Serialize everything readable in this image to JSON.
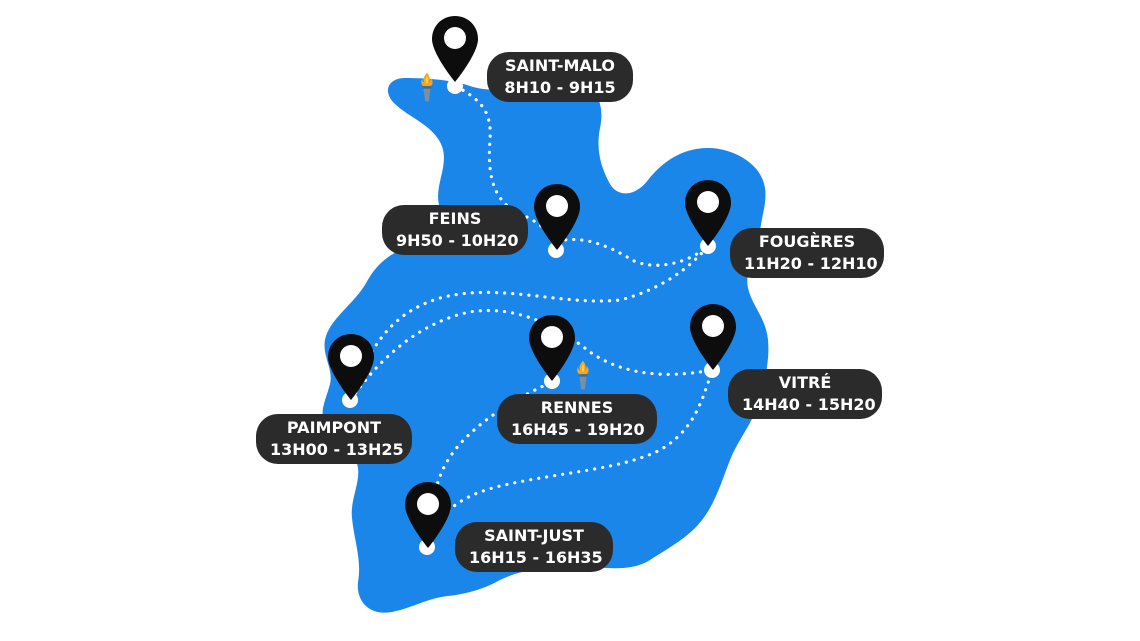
{
  "map": {
    "region_color": "#1a86ea",
    "route_color": "#ffffff",
    "pin_color": "#0d0d0d",
    "label_bg": "#2b2b2b",
    "label_text_color": "#ffffff",
    "torch_icon": "torch-icon",
    "pin_icon": "map-pin-icon"
  },
  "stops": [
    {
      "name": "SAINT-MALO",
      "time": "8H10 - 9H15",
      "torch": true
    },
    {
      "name": "FEINS",
      "time": "9H50 - 10H20",
      "torch": false
    },
    {
      "name": "FOUGÈRES",
      "time": "11H20 - 12H10",
      "torch": false
    },
    {
      "name": "PAIMPONT",
      "time": "13H00 - 13H25",
      "torch": false
    },
    {
      "name": "VITRÉ",
      "time": "14H40 - 15H20",
      "torch": false
    },
    {
      "name": "SAINT-JUST",
      "time": "16H15 - 16H35",
      "torch": false
    },
    {
      "name": "RENNES",
      "time": "16H45 - 19H20",
      "torch": true
    }
  ]
}
